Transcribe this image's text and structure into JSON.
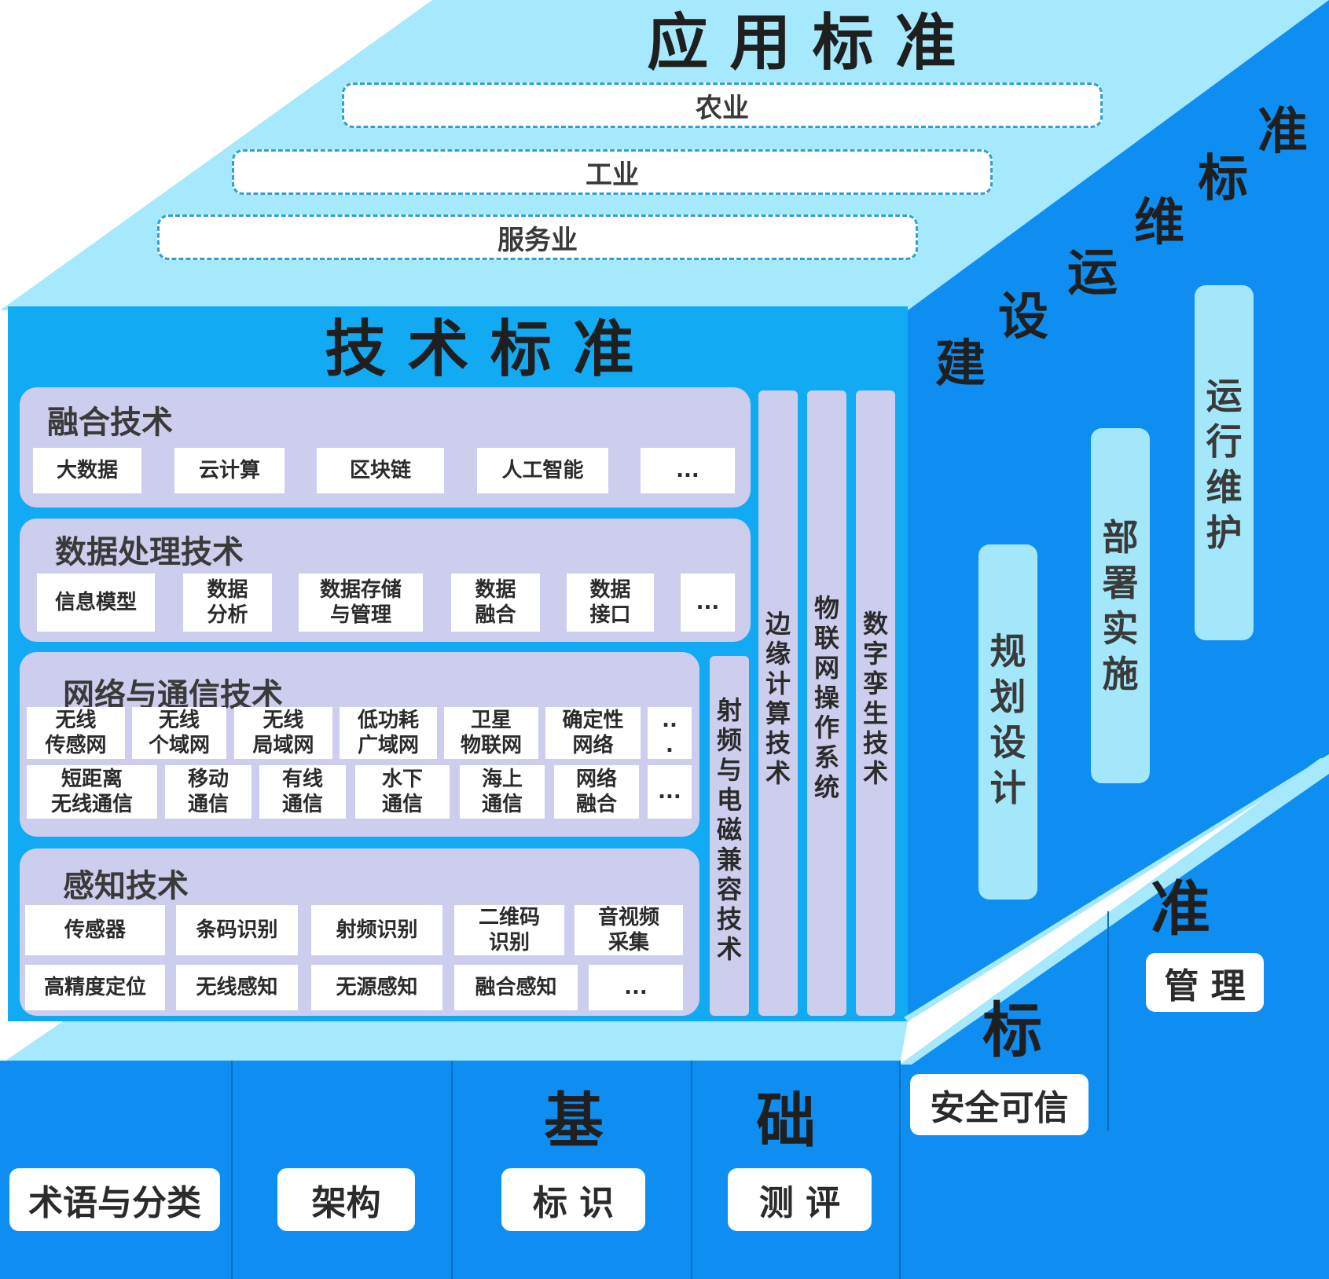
{
  "colors": {
    "top_face": "#a6e8fc",
    "front_face": "#12aaf2",
    "side_face": "#0d8ef0",
    "panel": "#cdcdee",
    "light_bar": "#a4e7fa",
    "dash_border": "#2e9fd6"
  },
  "application": {
    "title": "应 用 标 准",
    "items": [
      "农业",
      "工业",
      "服务业"
    ]
  },
  "technical": {
    "title": "技 术 标 准",
    "fusion": {
      "title": "融合技术",
      "items": [
        "大数据",
        "云计算",
        "区块链",
        "人工智能",
        "..."
      ]
    },
    "data_processing": {
      "title": "数据处理技术",
      "items": [
        "信息模型",
        "数据\n分析",
        "数据存储\n与管理",
        "数据\n融合",
        "数据\n接口",
        "..."
      ]
    },
    "network": {
      "title": "网络与通信技术",
      "row1": [
        "无线\n传感网",
        "无线\n个域网",
        "无线\n局域网",
        "低功耗\n广域网",
        "卫星\n物联网",
        "确定性\n网络",
        "..\n."
      ],
      "row2": [
        "短距离\n无线通信",
        "移动\n通信",
        "有线\n通信",
        "水下\n通信",
        "海上\n通信",
        "网络\n融合",
        "..."
      ]
    },
    "sensing": {
      "title": "感知技术",
      "row1": [
        "传感器",
        "条码识别",
        "射频识别",
        "二维码\n识别",
        "音视频\n采集"
      ],
      "row2": [
        "高精度定位",
        "无线感知",
        "无源感知",
        "融合感知",
        "..."
      ]
    },
    "vertical_bars": [
      "射频与电磁兼容技术",
      "边缘计算技术",
      "物联网操作系统",
      "数字孪生技术"
    ]
  },
  "construction": {
    "title_chars": [
      "建",
      "设",
      "运",
      "维",
      "标",
      "准"
    ],
    "bars": [
      "规划设计",
      "部署实施",
      "运行维护"
    ]
  },
  "base": {
    "title_chars": [
      "基",
      "础",
      "标",
      "准"
    ],
    "items": [
      "术语与分类",
      "架构",
      "标  识",
      "测  评",
      "安全可信",
      "管 理"
    ]
  }
}
